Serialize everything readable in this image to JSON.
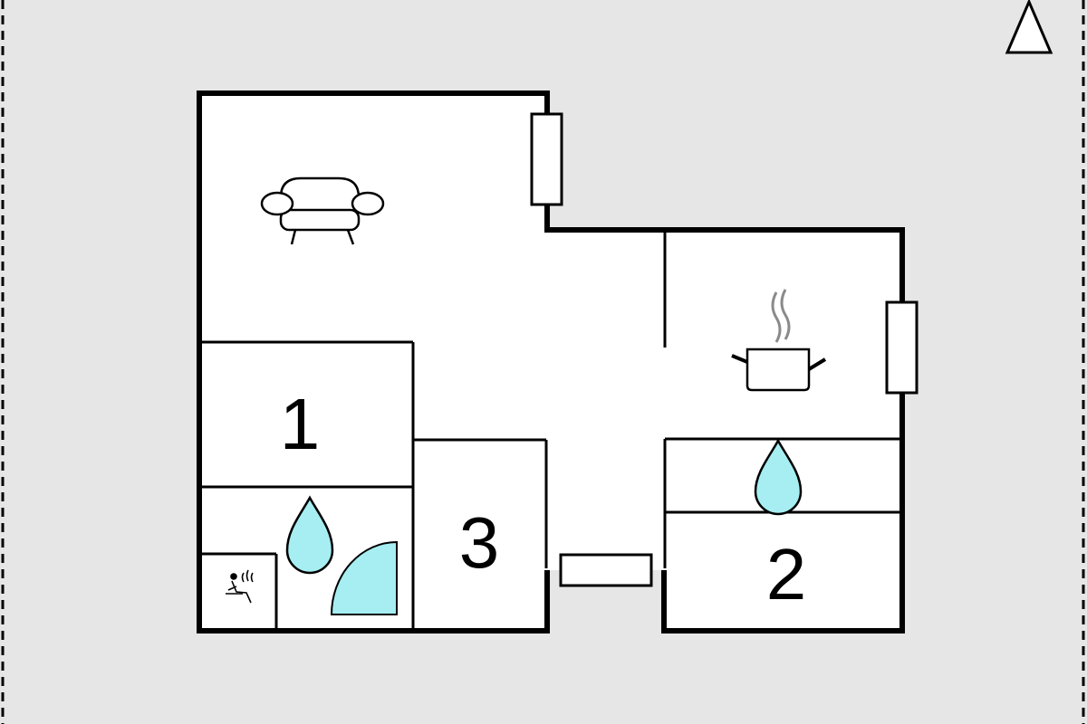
{
  "rooms": [
    {
      "id": "1",
      "label": "1"
    },
    {
      "id": "2",
      "label": "2"
    },
    {
      "id": "3",
      "label": "3"
    }
  ],
  "icons": [
    "north-arrow-icon",
    "sofa-icon",
    "cooking-pot-icon",
    "water-drop-icon",
    "sauna-icon",
    "shower-icon",
    "window-icon"
  ],
  "colors": {
    "background": "#e6e6e6",
    "floor": "#ffffff",
    "wall": "#000000",
    "water": "#a6eef2",
    "steam": "#8a8a8a"
  }
}
